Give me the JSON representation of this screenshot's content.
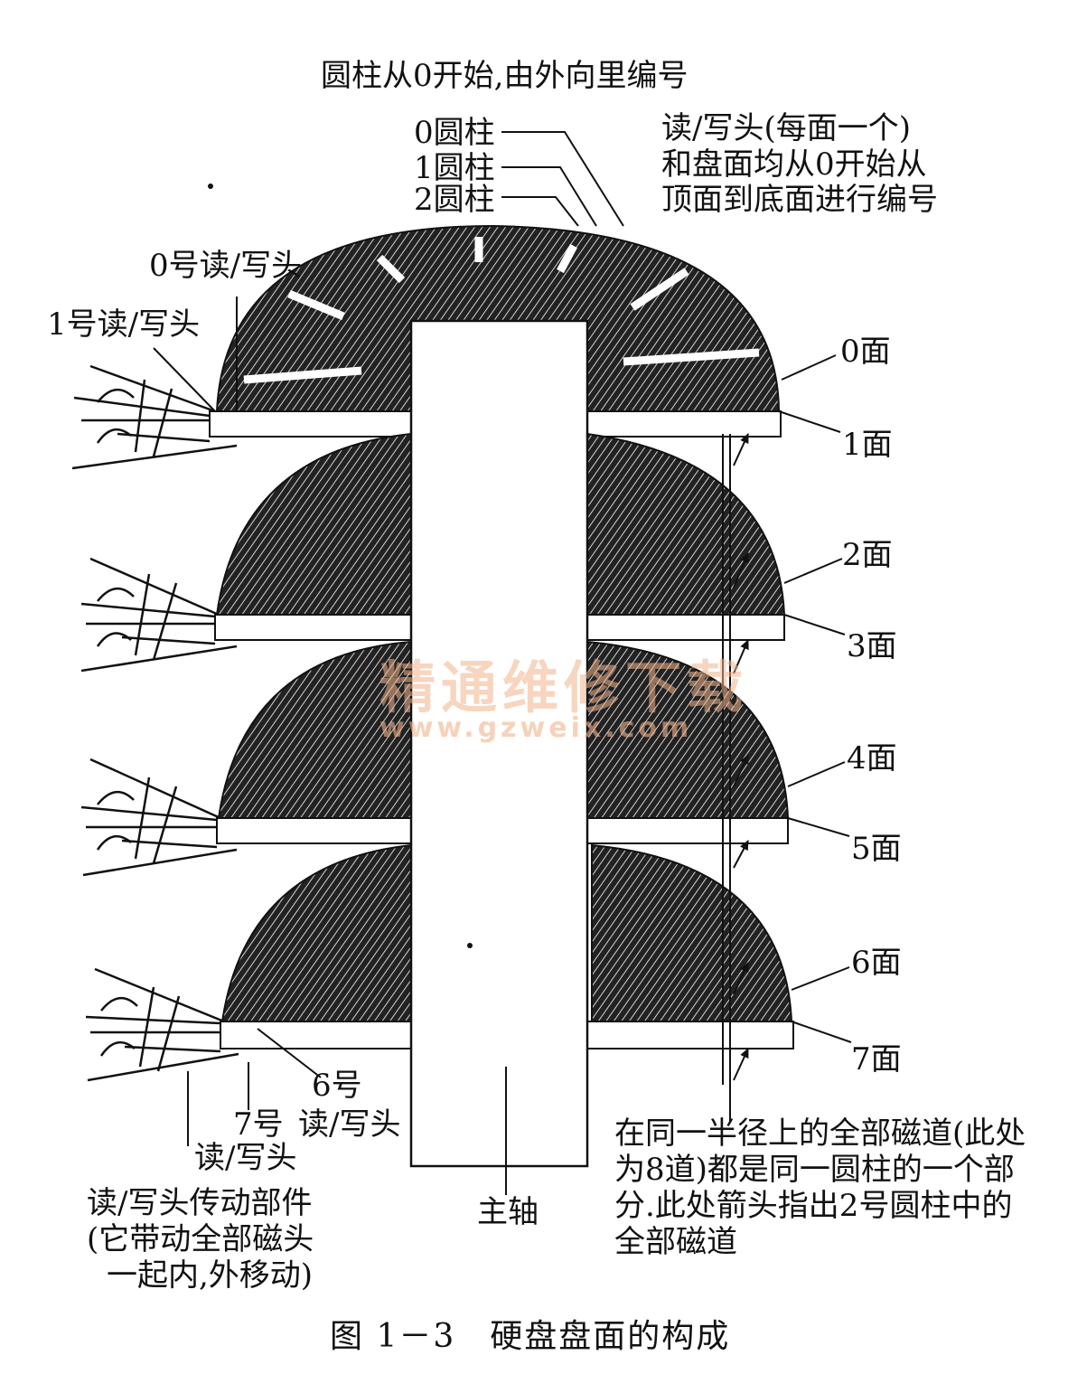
{
  "title": "圆柱从0开始,由外向里编号",
  "cylinders": [
    "0圆柱",
    "1圆柱",
    "2圆柱"
  ],
  "head_note": [
    "读/写头(每面一个)",
    "和盘面均从0开始从",
    "顶面到底面进行编号"
  ],
  "heads": {
    "h0": "0号读/写头",
    "h1": "1号读/写头",
    "h6": "6号",
    "h7": "7号",
    "h6_rw": "读/写头",
    "h7_rw": "读/写头"
  },
  "surfaces": [
    "0面",
    "1面",
    "2面",
    "3面",
    "4面",
    "5面",
    "6面",
    "7面"
  ],
  "actuator": [
    "读/写头传动部件",
    "(它带动全部磁头",
    "一起内,外移动)"
  ],
  "spindle": "主轴",
  "cylinder_note": [
    "在同一半径上的全部磁道(此处",
    "为8道)都是同一圆柱的一个部",
    "分.此处箭头指出2号圆柱中的",
    "全部磁道"
  ],
  "watermark": {
    "cn": "精通维修下载",
    "url": "www.gzweix.com"
  },
  "caption": "图 1－3　硬盘盘面的构成"
}
